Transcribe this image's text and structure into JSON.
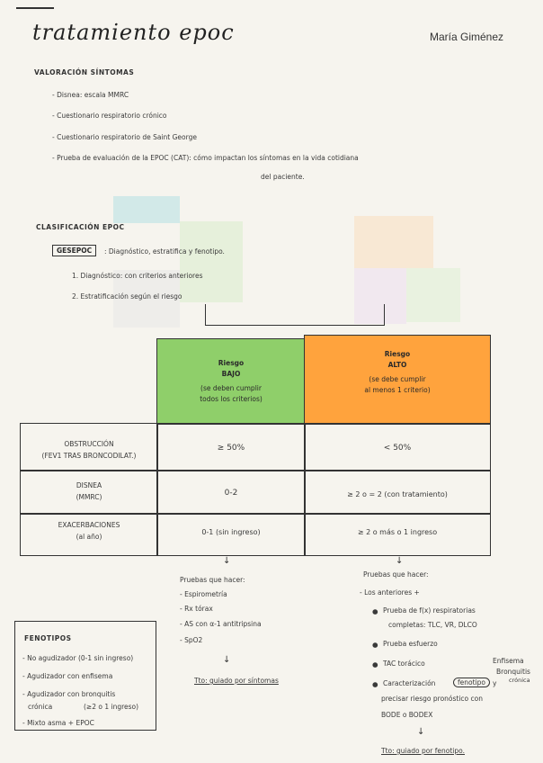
{
  "header": {
    "title": "tratamiento epoc",
    "author": "María Giménez"
  },
  "valoracion": {
    "heading": "VALORACIÓN SÍNTOMAS",
    "items": [
      "- Disnea: escala MMRC",
      "- Cuestionario respiratorio crónico",
      "- Cuestionario respiratorio de Saint George",
      "- Prueba de evaluación de la EPOC (CAT): cómo impactan los síntomas en la vida cotidiana"
    ],
    "item4_cont": "del paciente."
  },
  "clasificacion": {
    "heading": "CLASIFICACIÓN EPOC",
    "gesepoc_label": "GESEPOC",
    "gesepoc_text": ": Diagnóstico, estratifica y fenotipo.",
    "steps": [
      "1. Diagnóstico: con criterios anteriores",
      "2. Estratificación según el riesgo"
    ]
  },
  "table": {
    "low_risk": {
      "title1": "Riesgo",
      "title2": "BAJO",
      "note1": "(se deben cumplir",
      "note2": "todos los criterios)"
    },
    "high_risk": {
      "title1": "Riesgo",
      "title2": "ALTO",
      "note1": "(se debe cumplir",
      "note2": "al menos 1 criterio)"
    },
    "rows": [
      {
        "label1": "OBSTRUCCIÓN",
        "label2": "(FEV1 TRAS BRONCODILAT.)",
        "low": "≥ 50%",
        "high": "< 50%"
      },
      {
        "label1": "DISNEA",
        "label2": "(MMRC)",
        "low": "0-2",
        "high": "≥ 2  o  = 2 (con tratamiento)"
      },
      {
        "label1": "EXACERBACIONES",
        "label2": "(al año)",
        "low": "0-1 (sin ingreso)",
        "high": "≥ 2  o más  o  1 ingreso"
      }
    ]
  },
  "low_tests": {
    "heading": "Pruebas que hacer:",
    "items": [
      "- Espirometría",
      "- Rx tórax",
      "- AS con α-1 antitripsina",
      "- SpO2"
    ],
    "tto": "Tto: guiado por síntomas"
  },
  "high_tests": {
    "heading": "Pruebas que hacer:",
    "sub": "- Los anteriores +",
    "items": [
      "Prueba de f(x) respiratorias",
      "completas: TLC, VR, DLCO",
      "Prueba esfuerzo",
      "TAC torácico",
      "Caracterización",
      "fenotipo",
      "y",
      "precisar riesgo pronóstico con",
      "BODE o BODEX"
    ],
    "annot1": "Enfisema",
    "annot2": "Bronquitis",
    "annot3": "crónica",
    "tto": "Tto: guiado por fenotipo."
  },
  "fenotipos": {
    "heading": "FENOTIPOS",
    "items": [
      "- No agudizador (0-1 sin ingreso)",
      "- Agudizador con enfisema",
      "- Agudizador con bronquitis",
      "crónica",
      "(≥2 o 1 ingreso)",
      "- Mixto asma + EPOC"
    ]
  },
  "colors": {
    "low_risk": "#8fcf6a",
    "high_risk": "#ffa33d",
    "paper": "#f6f4ee"
  }
}
